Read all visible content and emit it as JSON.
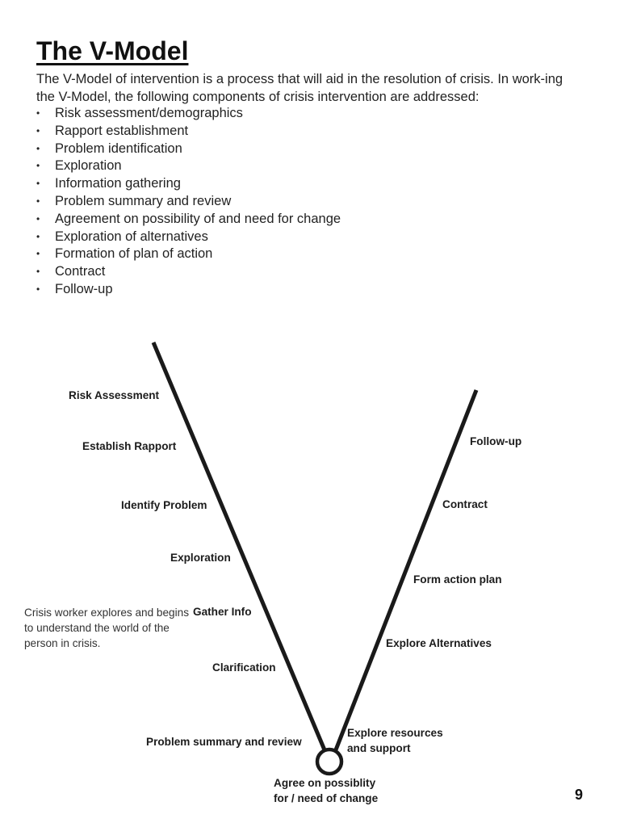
{
  "page": {
    "title": "The V-Model",
    "intro": "The V-Model of intervention is a process that will aid in the resolution of crisis. In work-ing the V-Model, the following components of crisis intervention are addressed:",
    "components": [
      "Risk assessment/demographics",
      "Rapport establishment",
      "Problem identification",
      "Exploration",
      "Information gathering",
      "Problem summary and review",
      "Agreement on possibility of and need for change",
      "Exploration of alternatives",
      "Formation of plan of action",
      "Contract",
      "Follow-up"
    ],
    "page_number": "9"
  },
  "diagram": {
    "left_labels": [
      "Risk Assessment",
      "Establish Rapport",
      "Identify Problem",
      "Exploration",
      "Gather Info",
      "Clarification",
      "Problem summary and review"
    ],
    "right_labels": [
      "Follow-up",
      "Contract",
      "Form action plan",
      "Explore Alternatives"
    ],
    "explore_resources": [
      "Explore resources",
      "and support"
    ],
    "bottom_label": [
      "Agree on possiblity",
      "for / need of change"
    ],
    "side_note": "Crisis worker explores and begins to understand the world of the person in crisis."
  }
}
